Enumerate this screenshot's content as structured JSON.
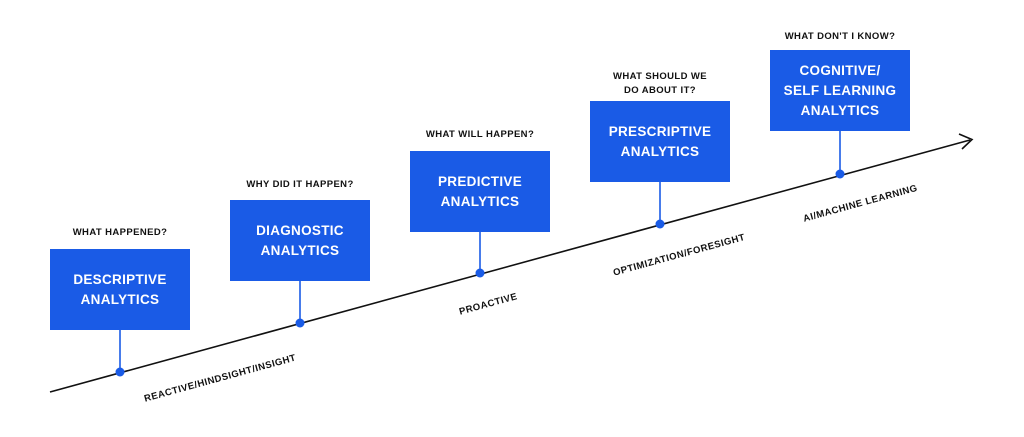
{
  "colors": {
    "box": "#1a5be6",
    "dot": "#1a5be6",
    "axis": "#111111"
  },
  "stages": [
    {
      "question": "WHAT HAPPENED?",
      "label": "DESCRIPTIVE\nANALYTICS"
    },
    {
      "question": "WHY DID IT HAPPEN?",
      "label": "DIAGNOSTIC\nANALYTICS"
    },
    {
      "question": "WHAT WILL HAPPEN?",
      "label": "PREDICTIVE\nANALYTICS"
    },
    {
      "question": "WHAT SHOULD WE\nDO ABOUT IT?",
      "label": "PRESCRIPTIVE\nANALYTICS"
    },
    {
      "question": "WHAT DON'T I KNOW?",
      "label": "COGNITIVE/\nSELF LEARNING\nANALYTICS"
    }
  ],
  "axis_labels": [
    "REACTIVE/HINDSIGHT/INSIGHT",
    "PROACTIVE",
    "OPTIMIZATION/FORESIGHT",
    "AI/MACHINE LEARNING"
  ]
}
